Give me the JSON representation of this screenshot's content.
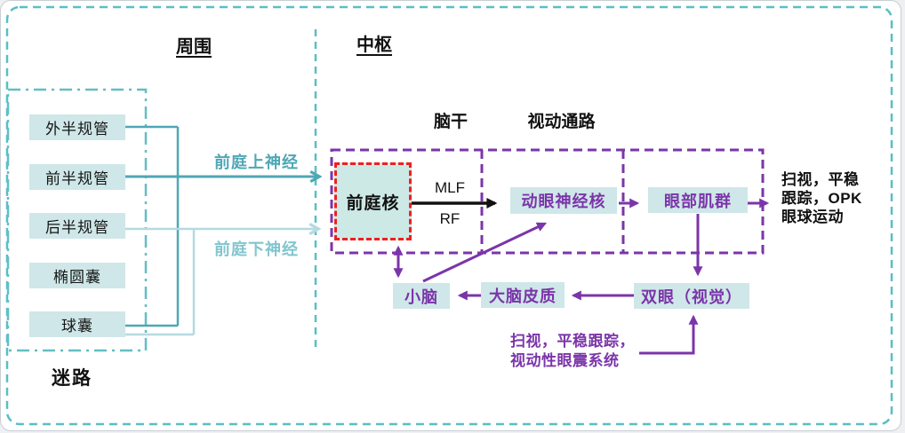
{
  "header": {
    "peripheral_title": "周围",
    "central_title": "中枢"
  },
  "peripheral": {
    "labyrinth_label": "迷路",
    "organs": [
      {
        "label": "外半规管"
      },
      {
        "label": "前半规管"
      },
      {
        "label": "后半规管"
      },
      {
        "label": "椭圆囊"
      },
      {
        "label": "球囊"
      }
    ],
    "nerves": {
      "superior": "前庭上神经",
      "inferior": "前庭下神经"
    }
  },
  "central": {
    "brainstem_label": "脑干",
    "optokinetic_label": "视动通路",
    "nodes": {
      "vestibular_nucleus": "前庭核",
      "oculomotor_nucleus": "动眼神经核",
      "eye_muscles": "眼部肌群",
      "eyes_vision": "双眼（视觉）",
      "cerebral_cortex": "大脑皮质",
      "cerebellum": "小脑"
    },
    "tract_labels": {
      "mlf": "MLF",
      "rf": "RF"
    },
    "annotations": {
      "eye_movement_output": "扫视，平稳\n跟踪，OPK\n眼球运动",
      "visual_input_systems": "扫视，平稳跟踪，\n视动性眼震系统"
    }
  },
  "colors": {
    "frame_teal": "#58bfc4",
    "box_fill": "#cfe7e8",
    "arrow_teal_dark": "#4fa7b5",
    "arrow_teal_light": "#b5dadf",
    "nerve_label_dark": "#4fa7b5",
    "nerve_label_light": "#82c5ce",
    "purple": "#7b35a9",
    "red_dashed": "#ee2020",
    "black": "#111111"
  }
}
